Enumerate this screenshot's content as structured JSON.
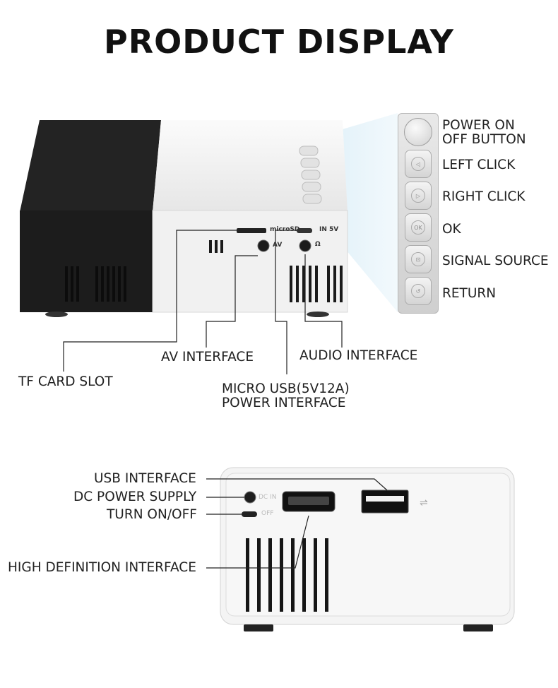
{
  "title": "PRODUCT DISPLAY",
  "buttons": [
    {
      "label_1": "POWER ON",
      "label_2": "OFF BUTTON"
    },
    {
      "label": "LEFT CLICK",
      "icon": "left-arrow-icon"
    },
    {
      "label": "RIGHT CLICK",
      "icon": "right-arrow-icon"
    },
    {
      "label": "OK",
      "icon": "ok-icon"
    },
    {
      "label": "SIGNAL SOURCE",
      "icon": "source-icon"
    },
    {
      "label": "RETURN",
      "icon": "return-icon"
    }
  ],
  "side_ports": {
    "tf_card": "TF CARD SLOT",
    "av": "AV INTERFACE",
    "audio": "AUDIO INTERFACE",
    "usb_power_1": "MICRO USB(5V12A)",
    "usb_power_2": "POWER INTERFACE"
  },
  "side_port_marks": {
    "microsd": "microSD",
    "in5v": "IN 5V",
    "av": "AV",
    "headphone": "Ω",
    "ok_button": "OK"
  },
  "back_ports": {
    "usb": "USB INTERFACE",
    "dc": "DC POWER SUPPLY",
    "switch": "TURN ON/OFF",
    "hdmi": "HIGH DEFINITION INTERFACE"
  },
  "back_port_marks": {
    "dc_in": "DC IN",
    "off": "OFF"
  },
  "colors": {
    "body_black": "#1c1c1c",
    "body_white": "#f2f2f2",
    "light_beam": "#d6ecf6"
  }
}
